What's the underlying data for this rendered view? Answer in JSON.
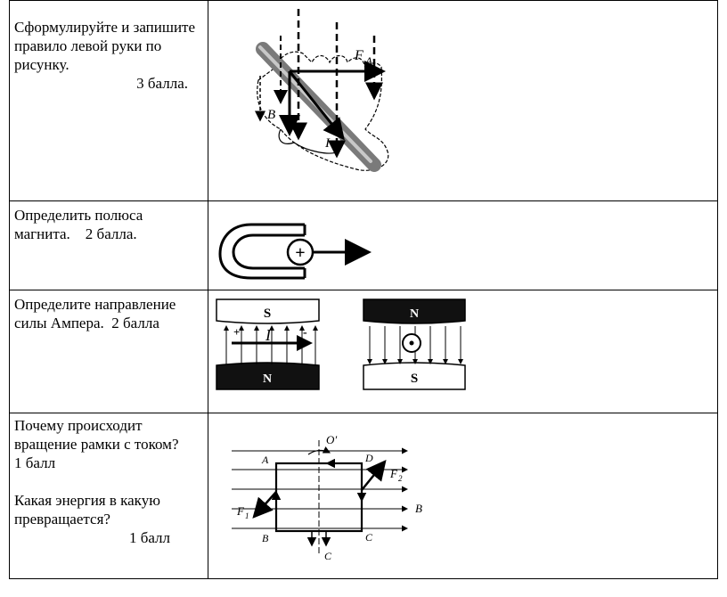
{
  "rows": [
    {
      "task": "Сформулируйте и запишите правило левой руки по рисунку.",
      "points": "3 балла."
    },
    {
      "task": "Определить полюса магнита.",
      "points": "2 балла."
    },
    {
      "task": "Определите направление силы Ампера.",
      "points": "2 балла"
    },
    {
      "task1": "Почему происходит вращение рамки с током?",
      "points1": "1 балл",
      "task2": "Какая энергия в какую превращается?",
      "points2": "1 балл"
    }
  ],
  "figures": {
    "hand": {
      "label_F": "F",
      "label_A": "A",
      "label_B": "B",
      "label_I": "I"
    },
    "magnet": {
      "plus": "+"
    },
    "ampere": {
      "pole_S": "S",
      "pole_N": "N",
      "plus": "+",
      "minus": "-",
      "current": "I"
    },
    "frame": {
      "label_O": "O′",
      "label_A": "A",
      "label_D": "D",
      "label_B_corner": "B",
      "label_C": "C",
      "label_F1": "F",
      "sub_1": "1",
      "label_F2": "F",
      "sub_2": "2",
      "label_Bfield": "B",
      "label_Cbottom": "C"
    }
  }
}
